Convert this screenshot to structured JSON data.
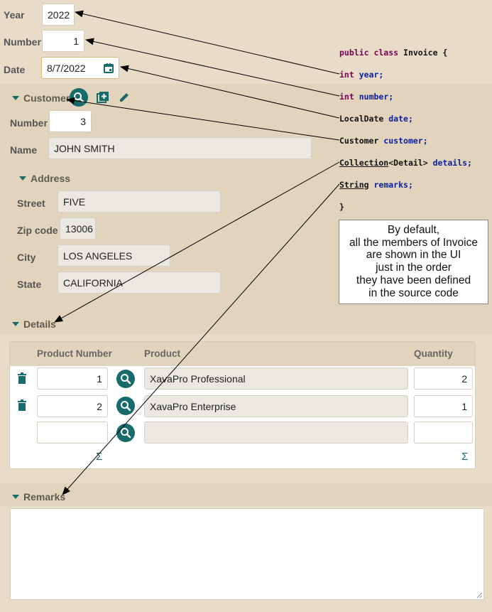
{
  "invoice": {
    "year_label": "Year",
    "year_value": "2022",
    "number_label": "Number",
    "number_value": "1",
    "date_label": "Date",
    "date_value": "8/7/2022"
  },
  "customer": {
    "section_title": "Customer",
    "number_label": "Number",
    "number_value": "3",
    "name_label": "Name",
    "name_value": "JOHN SMITH",
    "address": {
      "section_title": "Address",
      "street_label": "Street",
      "street_value": "FIVE",
      "zip_label": "Zip code",
      "zip_value": "13006",
      "city_label": "City",
      "city_value": "LOS ANGELES",
      "state_label": "State",
      "state_value": "CALIFORNIA"
    }
  },
  "details": {
    "section_title": "Details",
    "columns": [
      "Product Number",
      "Product",
      "Quantity"
    ],
    "rows": [
      {
        "product_number": "1",
        "product": "XavaPro Professional",
        "quantity": "2"
      },
      {
        "product_number": "2",
        "product": "XavaPro Enterprise",
        "quantity": "1"
      },
      {
        "product_number": "",
        "product": "",
        "quantity": ""
      }
    ],
    "sum_symbol": "Σ"
  },
  "remarks": {
    "section_title": "Remarks",
    "value": ""
  },
  "code": {
    "line1": {
      "kw": "public class",
      "name": "Invoice {"
    },
    "line2": {
      "type": "int",
      "name": "year;"
    },
    "line3": {
      "type": "int",
      "name": "number;"
    },
    "line4": {
      "type": "LocalDate",
      "name": "date;"
    },
    "line5": {
      "type": "Customer",
      "name": "customer;"
    },
    "line6": {
      "type": "Collection",
      "generic": "<Detail>",
      "name": "details;"
    },
    "line7": {
      "type": "String",
      "name": "remarks;"
    },
    "line8": "}"
  },
  "note": {
    "lines": [
      "By default,",
      "all the members of Invoice",
      "are shown in the UI",
      "just in the order",
      "they have been defined",
      "in the source code"
    ]
  },
  "colors": {
    "accent": "#176b6b",
    "background": "#e8dcc8",
    "band": "#e2d4bc"
  }
}
